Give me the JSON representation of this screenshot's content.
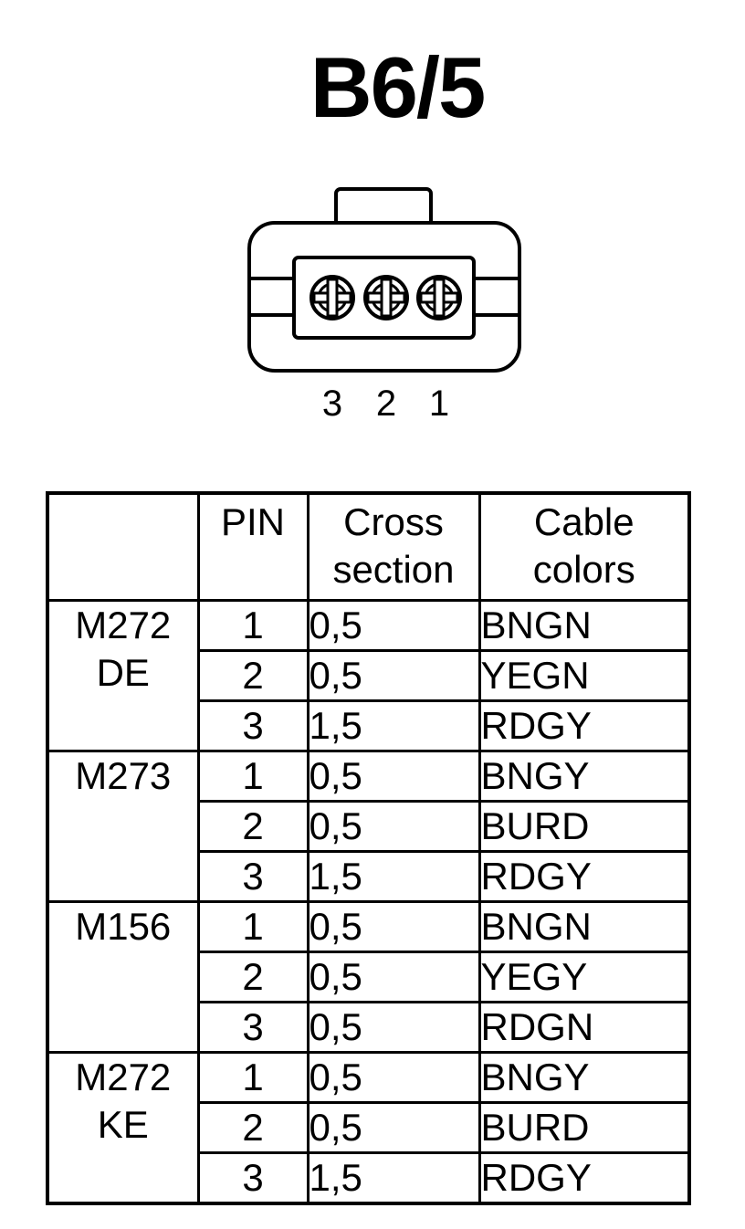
{
  "title": "B6/5",
  "connector": {
    "pin_labels": [
      "3",
      "2",
      "1"
    ]
  },
  "table": {
    "headers": {
      "engine": "",
      "pin": "PIN",
      "cross_section": [
        "Cross",
        "section"
      ],
      "cable_colors": [
        "Cable",
        "colors"
      ]
    },
    "groups": [
      {
        "engine": [
          "M272",
          "DE"
        ],
        "rows": [
          {
            "pin": "1",
            "cross": "0,5",
            "color": "BNGN"
          },
          {
            "pin": "2",
            "cross": "0,5",
            "color": "YEGN"
          },
          {
            "pin": "3",
            "cross": "1,5",
            "color": "RDGY"
          }
        ]
      },
      {
        "engine": [
          "M273"
        ],
        "rows": [
          {
            "pin": "1",
            "cross": "0,5",
            "color": "BNGY"
          },
          {
            "pin": "2",
            "cross": "0,5",
            "color": "BURD"
          },
          {
            "pin": "3",
            "cross": "1,5",
            "color": "RDGY"
          }
        ]
      },
      {
        "engine": [
          "M156"
        ],
        "rows": [
          {
            "pin": "1",
            "cross": "0,5",
            "color": "BNGN"
          },
          {
            "pin": "2",
            "cross": "0,5",
            "color": "YEGY"
          },
          {
            "pin": "3",
            "cross": "0,5",
            "color": "RDGN"
          }
        ]
      },
      {
        "engine": [
          "M272",
          "KE"
        ],
        "rows": [
          {
            "pin": "1",
            "cross": "0,5",
            "color": "BNGY"
          },
          {
            "pin": "2",
            "cross": "0,5",
            "color": "BURD"
          },
          {
            "pin": "3",
            "cross": "1,5",
            "color": "RDGY"
          }
        ]
      }
    ]
  }
}
